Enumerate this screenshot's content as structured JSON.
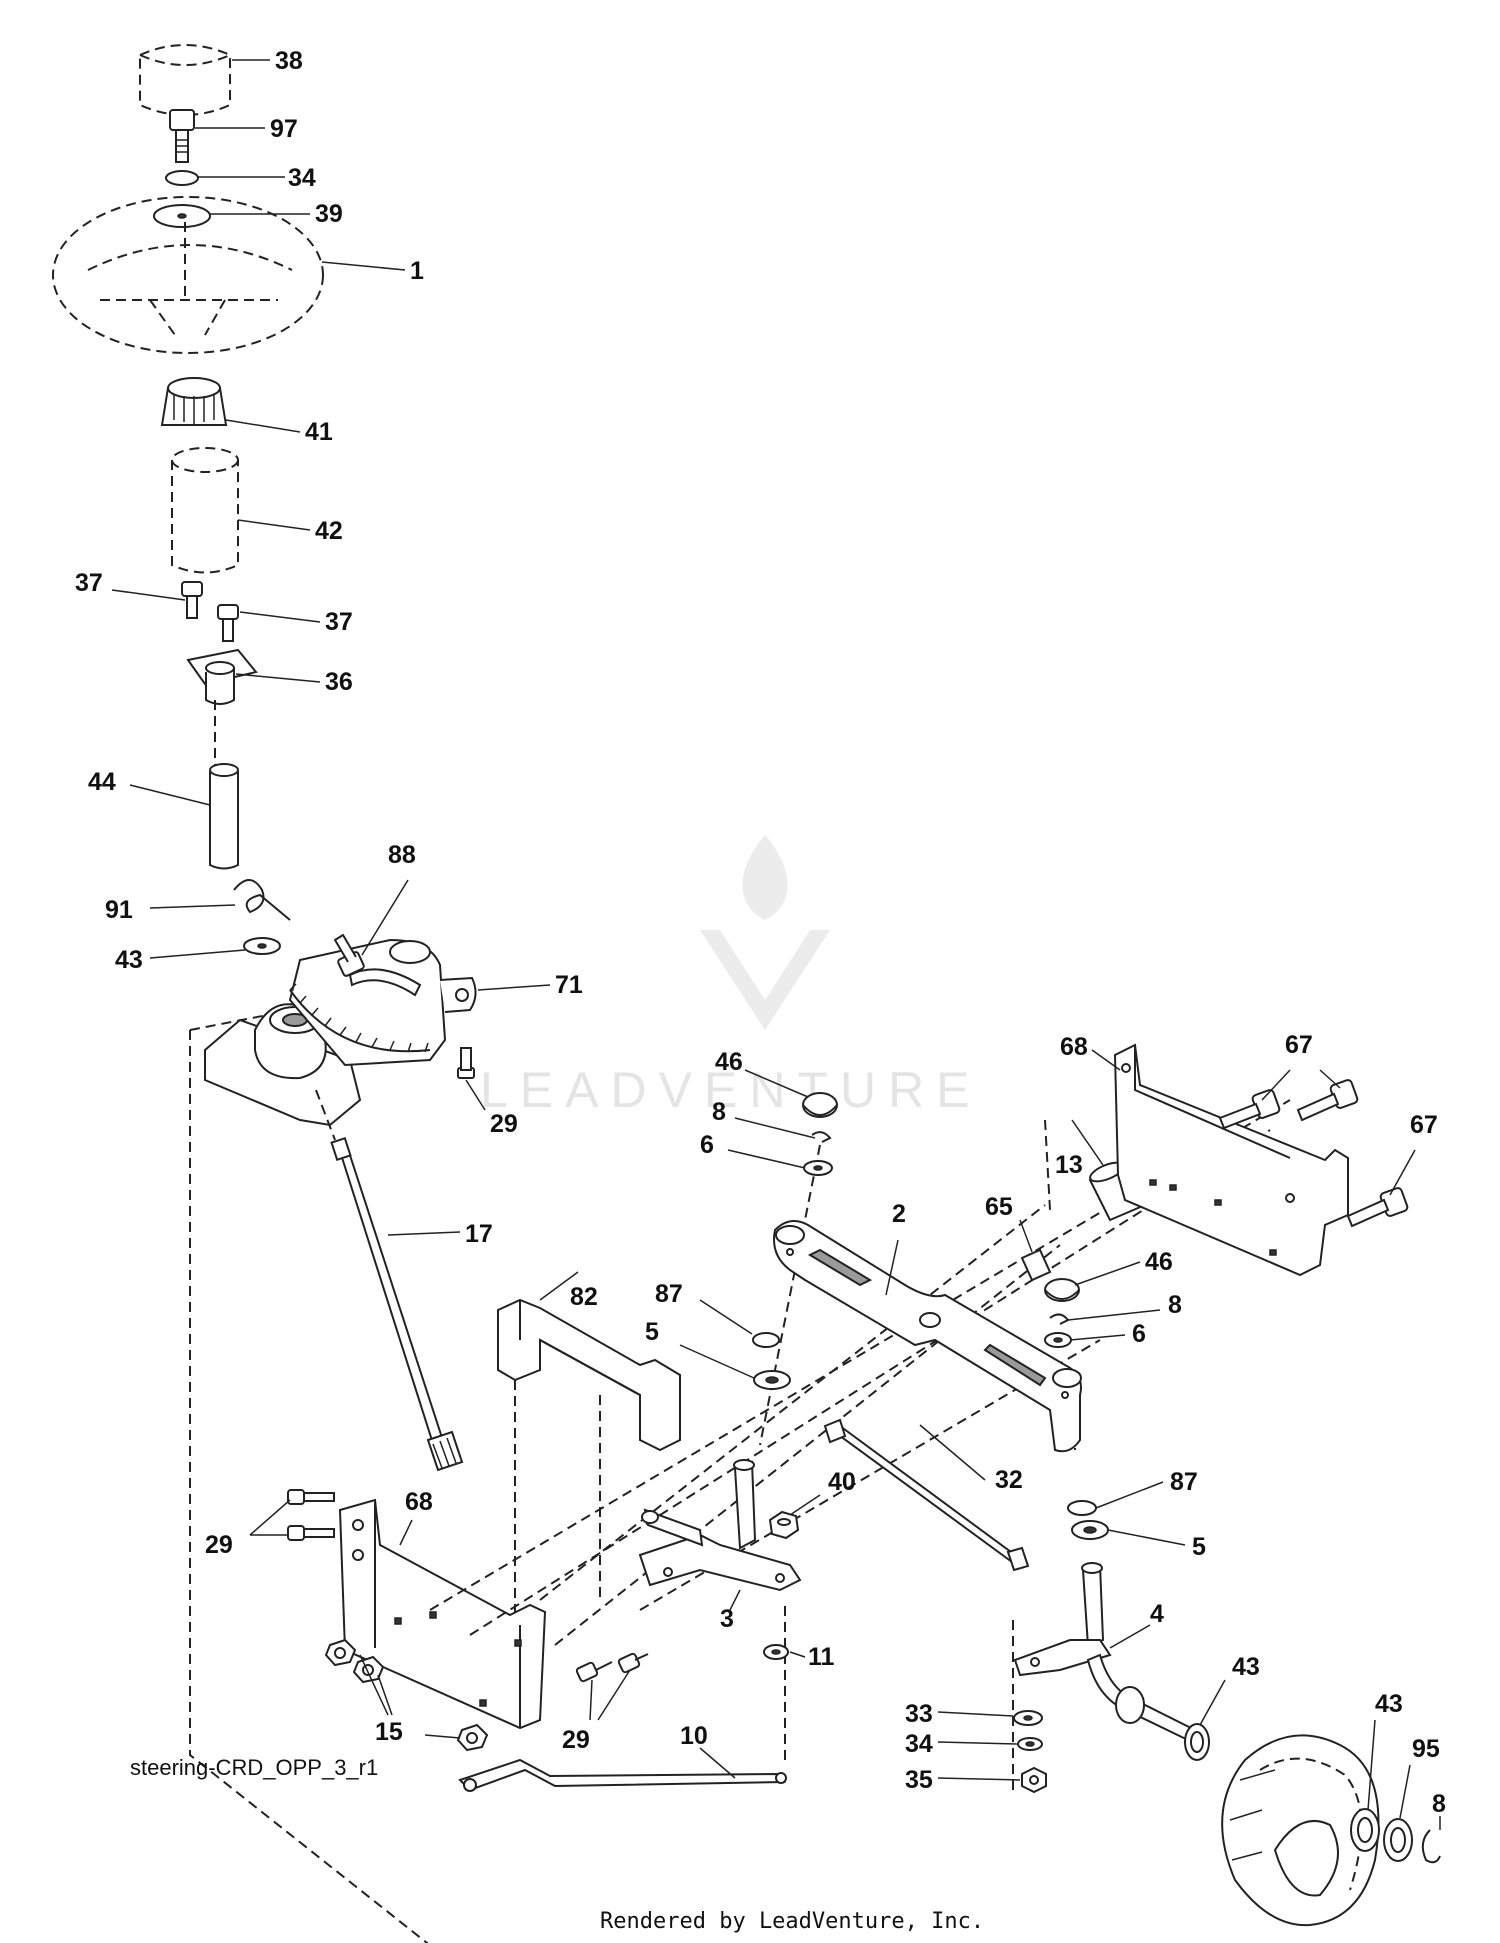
{
  "diagram_name": "steering-CRD_OPP_3_r1",
  "credit": "Rendered by LeadVenture, Inc.",
  "watermark": "LEADVENTURE",
  "callouts": [
    {
      "id": "c38",
      "text": "38"
    },
    {
      "id": "c97",
      "text": "97"
    },
    {
      "id": "c34a",
      "text": "34"
    },
    {
      "id": "c39",
      "text": "39"
    },
    {
      "id": "c1",
      "text": "1"
    },
    {
      "id": "c41",
      "text": "41"
    },
    {
      "id": "c42",
      "text": "42"
    },
    {
      "id": "c37a",
      "text": "37"
    },
    {
      "id": "c37b",
      "text": "37"
    },
    {
      "id": "c36",
      "text": "36"
    },
    {
      "id": "c44",
      "text": "44"
    },
    {
      "id": "c88",
      "text": "88"
    },
    {
      "id": "c91",
      "text": "91"
    },
    {
      "id": "c43a",
      "text": "43"
    },
    {
      "id": "c71",
      "text": "71"
    },
    {
      "id": "c29a",
      "text": "29"
    },
    {
      "id": "c17",
      "text": "17"
    },
    {
      "id": "c46a",
      "text": "46"
    },
    {
      "id": "c8a",
      "text": "8"
    },
    {
      "id": "c6a",
      "text": "6"
    },
    {
      "id": "c68a",
      "text": "68"
    },
    {
      "id": "c67a",
      "text": "67"
    },
    {
      "id": "c67b",
      "text": "67"
    },
    {
      "id": "c13",
      "text": "13"
    },
    {
      "id": "c2",
      "text": "2"
    },
    {
      "id": "c65",
      "text": "65"
    },
    {
      "id": "c46b",
      "text": "46"
    },
    {
      "id": "c8b",
      "text": "8"
    },
    {
      "id": "c6b",
      "text": "6"
    },
    {
      "id": "c87a",
      "text": "87"
    },
    {
      "id": "c5a",
      "text": "5"
    },
    {
      "id": "c82",
      "text": "82"
    },
    {
      "id": "c32",
      "text": "32"
    },
    {
      "id": "c40",
      "text": "40"
    },
    {
      "id": "c87b",
      "text": "87"
    },
    {
      "id": "c5b",
      "text": "5"
    },
    {
      "id": "c68b",
      "text": "68"
    },
    {
      "id": "c29b",
      "text": "29"
    },
    {
      "id": "c3",
      "text": "3"
    },
    {
      "id": "c4",
      "text": "4"
    },
    {
      "id": "c11",
      "text": "11"
    },
    {
      "id": "c43b",
      "text": "43"
    },
    {
      "id": "c43c",
      "text": "43"
    },
    {
      "id": "c95",
      "text": "95"
    },
    {
      "id": "c33",
      "text": "33"
    },
    {
      "id": "c34b",
      "text": "34"
    },
    {
      "id": "c35",
      "text": "35"
    },
    {
      "id": "c15",
      "text": "15"
    },
    {
      "id": "c29c",
      "text": "29"
    },
    {
      "id": "c10",
      "text": "10"
    },
    {
      "id": "c8c",
      "text": "8"
    }
  ]
}
